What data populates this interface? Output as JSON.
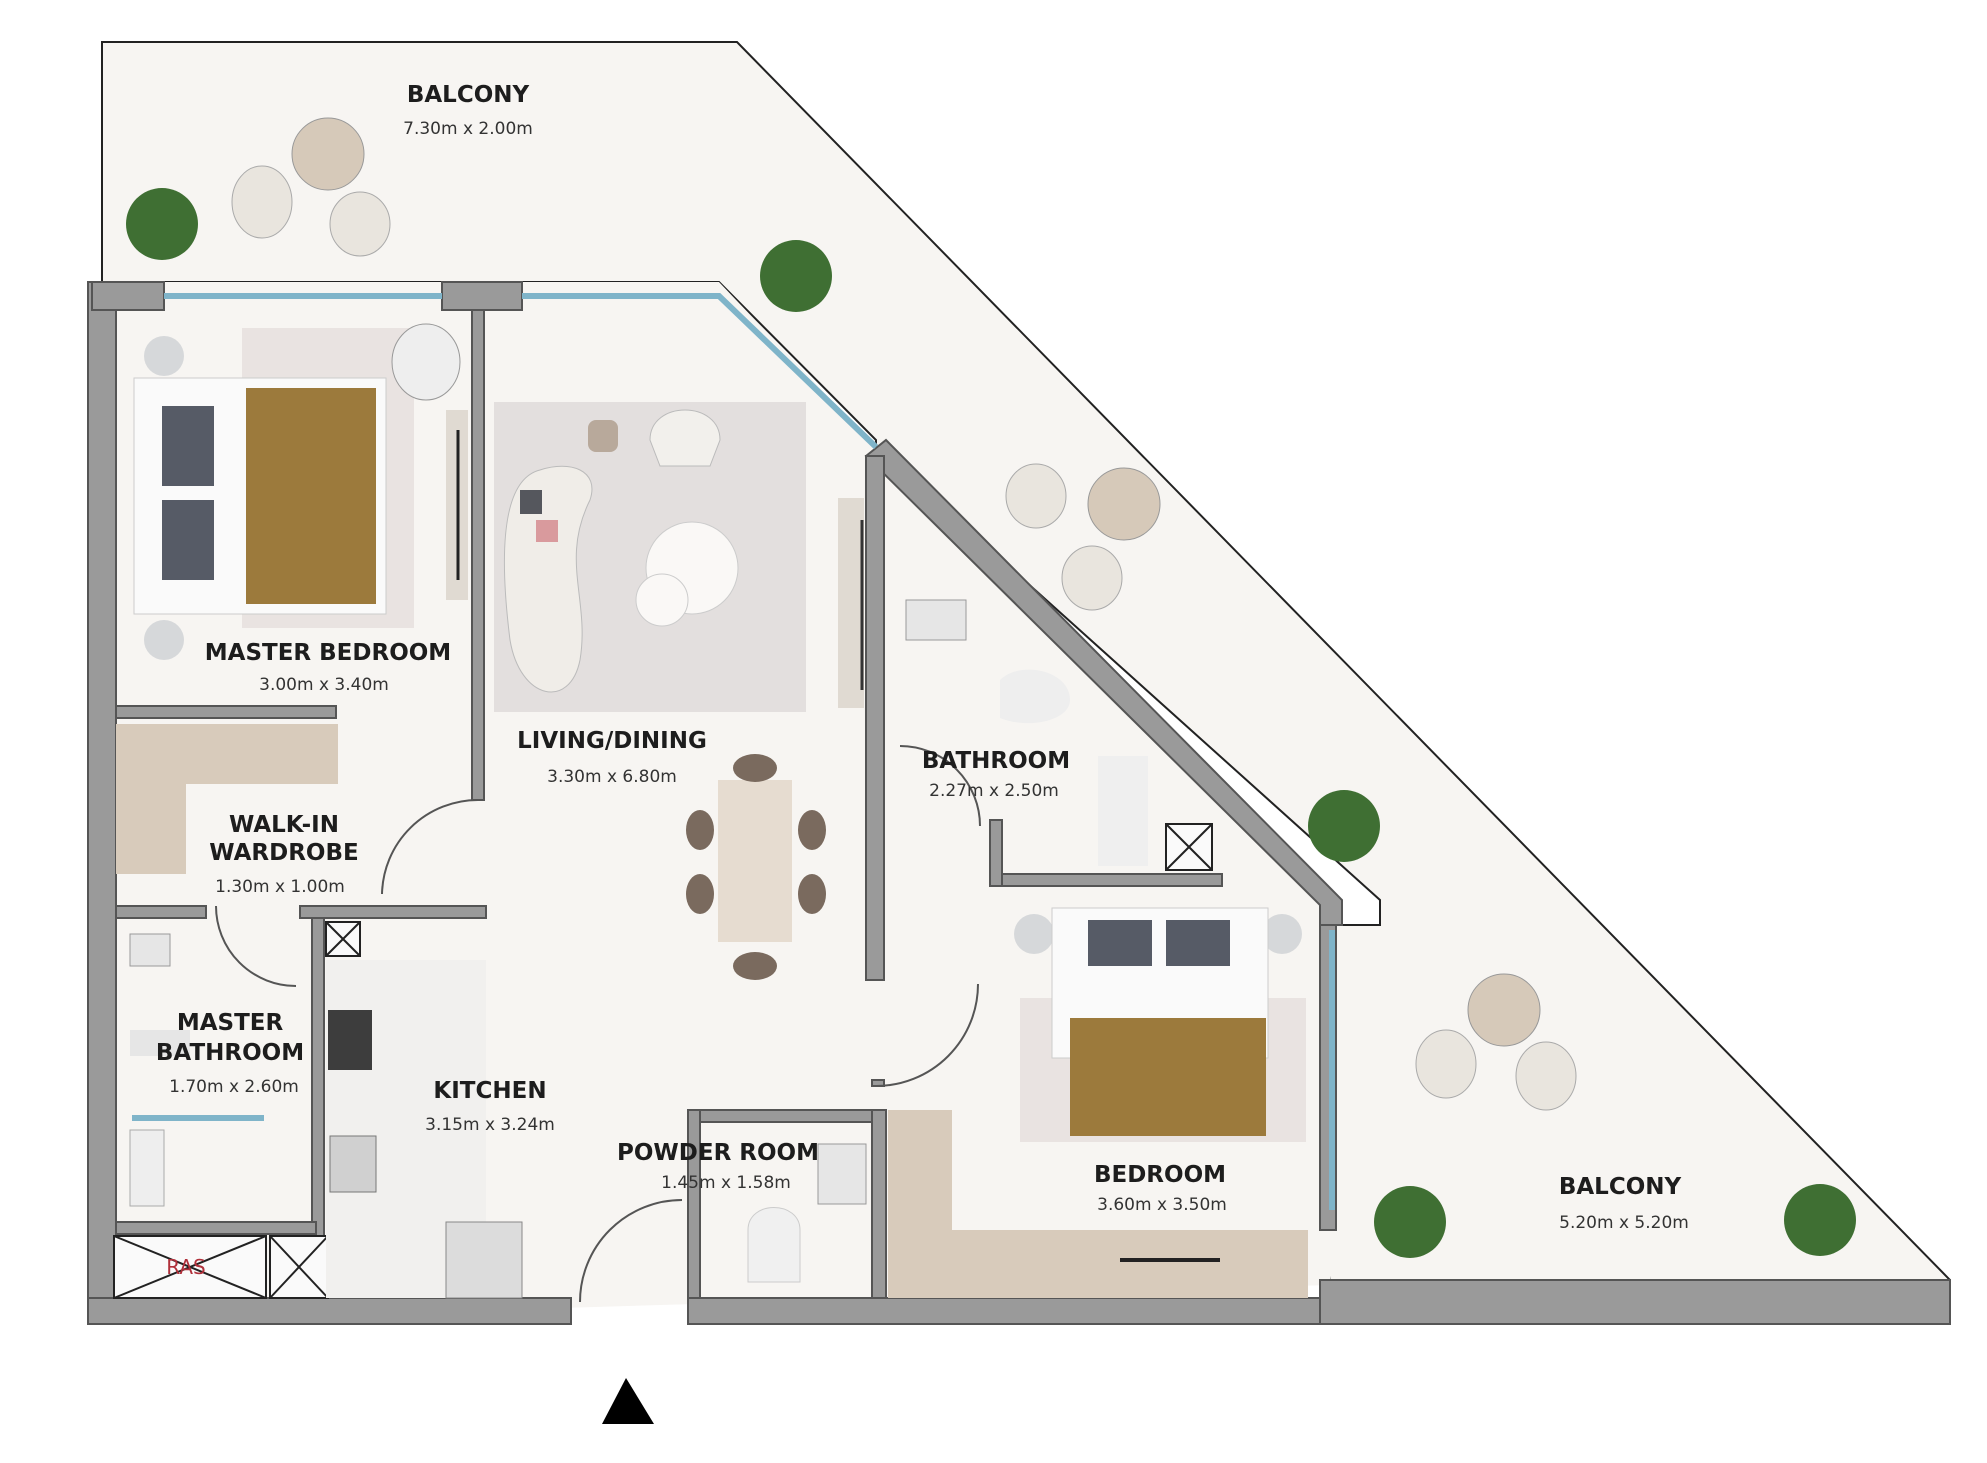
{
  "floor_plan": {
    "rooms": [
      {
        "id": "balcony-top",
        "name": "BALCONY",
        "size": "7.30m x 2.00m"
      },
      {
        "id": "master-bedroom",
        "name": "MASTER BEDROOM",
        "size": "3.00m x 3.40m"
      },
      {
        "id": "living-dining",
        "name": "LIVING/DINING",
        "size": "3.30m x 6.80m"
      },
      {
        "id": "walk-in-wardrobe",
        "name_line1": "WALK-IN",
        "name_line2": "WARDROBE",
        "size": "1.30m x 1.00m"
      },
      {
        "id": "bathroom",
        "name": "BATHROOM",
        "size": "2.27m x 2.50m"
      },
      {
        "id": "master-bathroom",
        "name_line1": "MASTER",
        "name_line2": "BATHROOM",
        "size": "1.70m x 2.60m"
      },
      {
        "id": "kitchen",
        "name": "KITCHEN",
        "size": "3.15m x 3.24m"
      },
      {
        "id": "powder-room",
        "name": "POWDER ROOM",
        "size": "1.45m x 1.58m"
      },
      {
        "id": "bedroom",
        "name": "BEDROOM",
        "size": "3.60m x 3.50m"
      },
      {
        "id": "balcony-right",
        "name": "BALCONY",
        "size": "5.20m x 5.20m"
      }
    ],
    "shaft_label": "RAS",
    "entrance_marker": "north-arrow-triangle",
    "colors": {
      "wall": "#9a9a9a",
      "wall_edge": "#555555",
      "floor": "#f7f5f2",
      "glazing": "#7fb4c9",
      "bed_throw": "#9c7a3c",
      "pillow": "#565b66",
      "rug": "#e9e3e1",
      "wood": "#d8cbbb",
      "plant": "#3f6f33"
    }
  }
}
